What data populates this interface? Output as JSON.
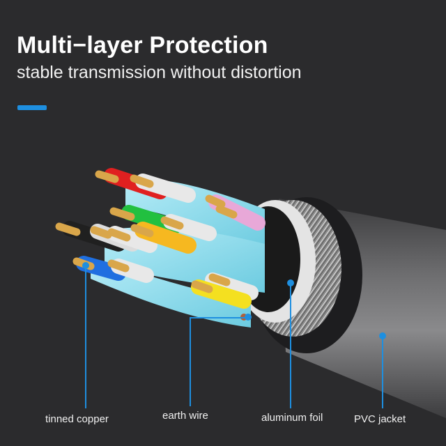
{
  "header": {
    "title": "Multi−layer Protection",
    "subtitle": "stable transmission without distortion",
    "accent_color": "#1e8fe0"
  },
  "illustration": {
    "subject": "cable-cross-section",
    "wire_colors": [
      "#e02020",
      "#22c040",
      "#f6b820",
      "#1f6fe0",
      "#202020",
      "#e8a8d8",
      "#f4e020",
      "#e8e8e8"
    ],
    "shield_color": "#8ad8ea",
    "conductor_color": "#d9a64a",
    "jacket_color": "#5a5a5c"
  },
  "callouts": [
    {
      "label": "tinned copper"
    },
    {
      "label": "earth wire"
    },
    {
      "label": "aluminum foil"
    },
    {
      "label": "PVC jacket"
    }
  ]
}
